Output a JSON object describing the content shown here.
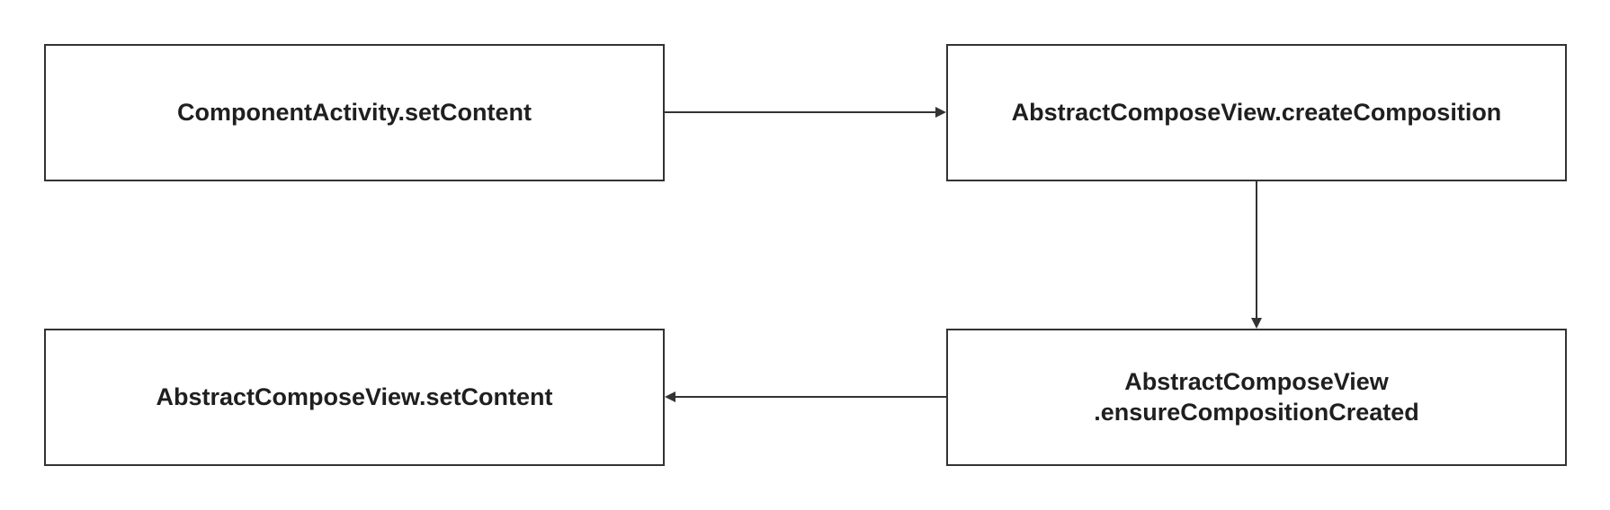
{
  "diagram": {
    "nodes": [
      {
        "id": "n1",
        "label": "ComponentActivity.setContent"
      },
      {
        "id": "n2",
        "label": "AbstractComposeView.createComposition"
      },
      {
        "id": "n3",
        "label": "AbstractComposeView\n.ensureCompositionCreated"
      },
      {
        "id": "n4",
        "label": "AbstractComposeView.setContent"
      }
    ],
    "edges": [
      {
        "from": "n1",
        "to": "n2"
      },
      {
        "from": "n2",
        "to": "n3"
      },
      {
        "from": "n3",
        "to": "n4"
      }
    ],
    "colors": {
      "stroke": "#333333",
      "text": "#1f1f1f",
      "background": "#ffffff"
    }
  }
}
